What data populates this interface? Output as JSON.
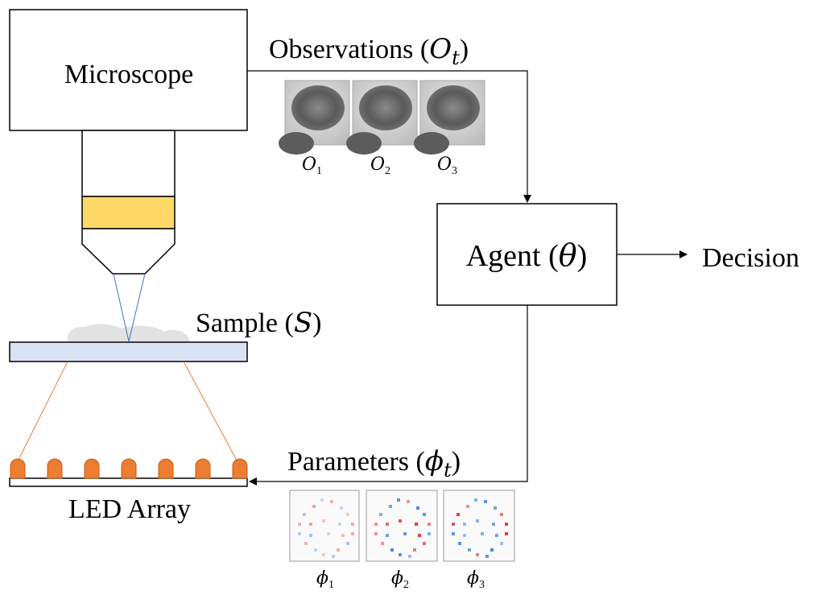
{
  "colors": {
    "lens_band": "#ffd966",
    "slide_fill": "#dae3f3",
    "led_fill": "#ed7d31",
    "led_stroke": "#c55a11",
    "cone_blue": "#4472c4",
    "cone_orange": "#ed7d31",
    "pattern_red": "#e02020",
    "pattern_blue": "#2e75d6"
  },
  "labels": {
    "microscope": "Microscope",
    "observations_text": "Observations (",
    "observations_sym": "O",
    "observations_sub": "t",
    "observations_close": ")",
    "agent_text": "Agent (",
    "agent_sym": "θ",
    "agent_close": ")",
    "decision": "Decision",
    "sample_text": "Sample (",
    "sample_sym": "S",
    "sample_close": ")",
    "parameters_text": "Parameters (",
    "parameters_sym": "ϕ",
    "parameters_sub": "t",
    "parameters_close": ")",
    "led_array": "LED Array"
  },
  "observations": [
    {
      "sym": "O",
      "sub": "1"
    },
    {
      "sym": "O",
      "sub": "2"
    },
    {
      "sym": "O",
      "sub": "3"
    }
  ],
  "parameters": [
    {
      "sym": "ϕ",
      "sub": "1"
    },
    {
      "sym": "ϕ",
      "sub": "2"
    },
    {
      "sym": "ϕ",
      "sub": "3"
    }
  ],
  "led_count": 7
}
